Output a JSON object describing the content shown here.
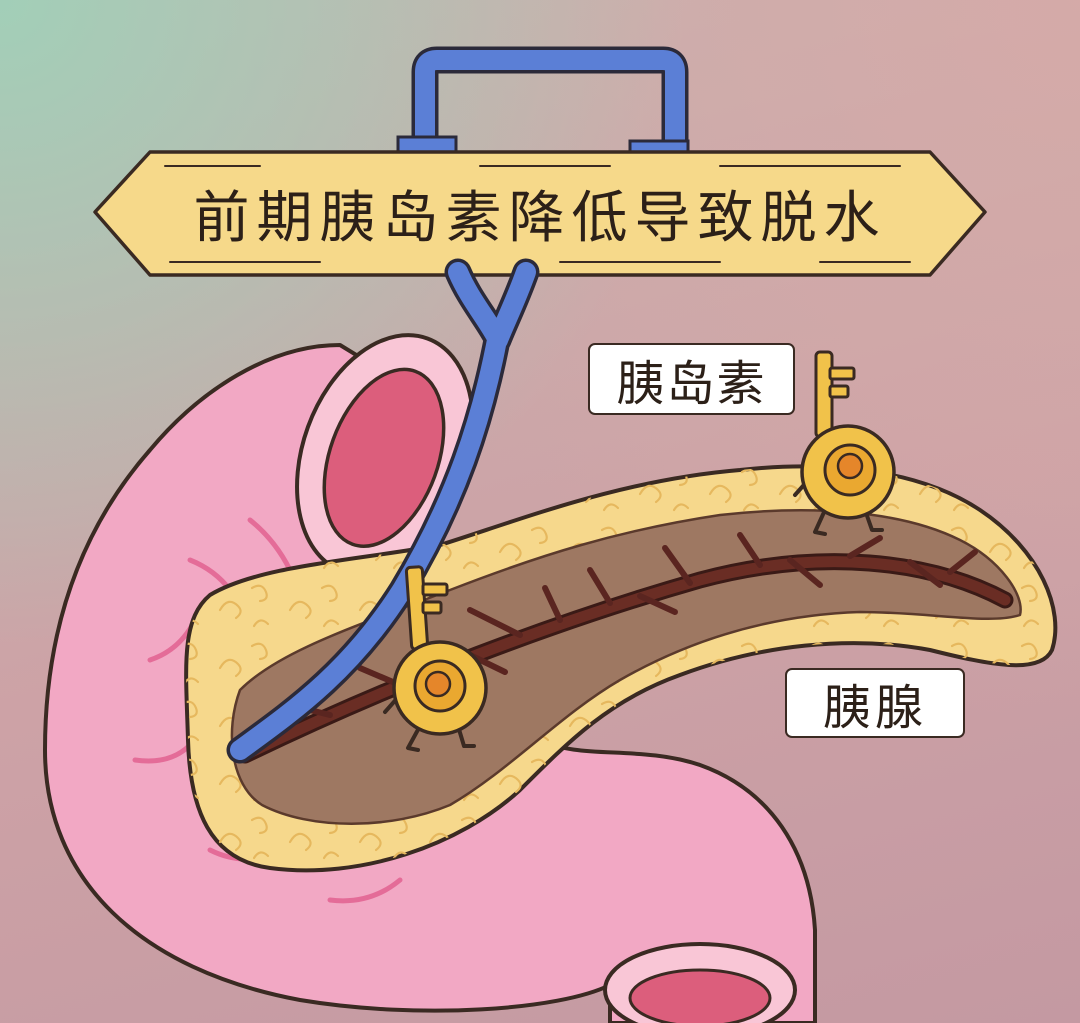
{
  "title_banner": {
    "text": "前期胰岛素降低导致脱水"
  },
  "labels": {
    "insulin": "胰岛素",
    "pancreas": "胰腺"
  },
  "colors": {
    "banner_fill": "#f6d98a",
    "vessel_blue": "#5b7fd6",
    "duodenum_pink": "#f2a8c4",
    "lumen_red": "#dc5e7c",
    "pancreas_yellow": "#f6d88c",
    "pancreas_core_brown": "#9e7862",
    "duct_dark": "#5a2520",
    "insulin_key_gold": "#f1c24a",
    "outline": "#3a2a22"
  }
}
